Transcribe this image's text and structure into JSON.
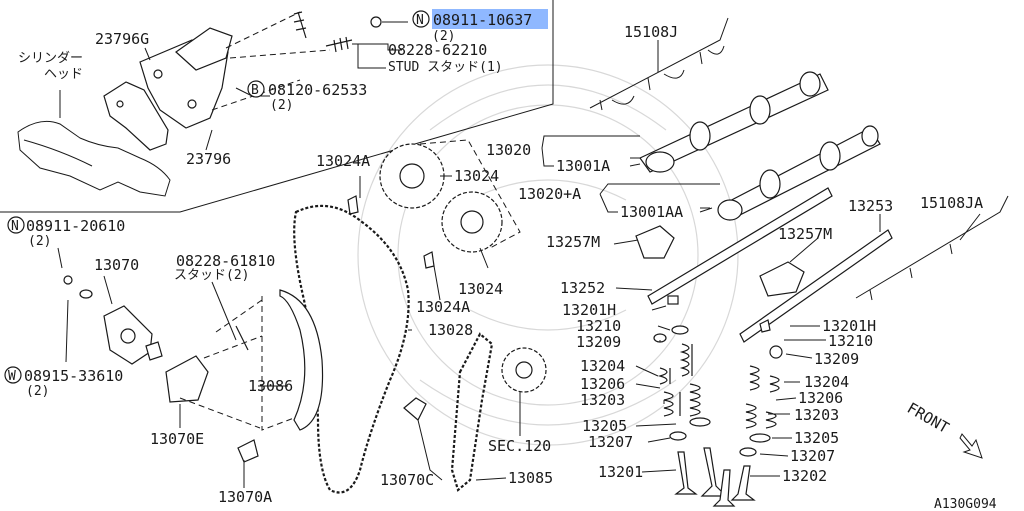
{
  "diagram": {
    "figure_code": "A130G094",
    "front_label": "FRONT",
    "highlight_color": "#8fb8ff",
    "callouts": [
      {
        "id": "p-08911-10637",
        "circle": "N",
        "part": "08911-10637",
        "qty": "(2)",
        "highlighted": true
      },
      {
        "id": "p-08228-62210",
        "part": "08228-62210"
      },
      {
        "id": "p-stud-1",
        "part": "STUD スタッド(1)"
      },
      {
        "id": "p-23796g",
        "part": "23796G"
      },
      {
        "id": "p-cyl-head",
        "part": "シリンダー\nヘッド"
      },
      {
        "id": "p-08120-62533",
        "circle": "B",
        "part": "08120-62533",
        "qty": "(2)"
      },
      {
        "id": "p-23796",
        "part": "23796"
      },
      {
        "id": "p-15108j",
        "part": "15108J"
      },
      {
        "id": "p-13020",
        "part": "13020"
      },
      {
        "id": "p-13001a",
        "part": "13001A"
      },
      {
        "id": "p-13020a",
        "part": "13020+A"
      },
      {
        "id": "p-13001aa",
        "part": "13001AA"
      },
      {
        "id": "p-13024a-top",
        "part": "13024A"
      },
      {
        "id": "p-13024-top",
        "part": "13024"
      },
      {
        "id": "p-13024-bottom",
        "part": "13024"
      },
      {
        "id": "p-13024a-bottom",
        "part": "13024A"
      },
      {
        "id": "p-13253",
        "part": "13253"
      },
      {
        "id": "p-15108ja",
        "part": "15108JA"
      },
      {
        "id": "p-13257m-left",
        "part": "13257M"
      },
      {
        "id": "p-13257m-right",
        "part": "13257M"
      },
      {
        "id": "p-08911-20610",
        "circle": "N",
        "part": "08911-20610",
        "qty": "(2)"
      },
      {
        "id": "p-08228-61810",
        "part": "08228-61810"
      },
      {
        "id": "p-stud-2",
        "part": "スタッド(2)"
      },
      {
        "id": "p-13070",
        "part": "13070"
      },
      {
        "id": "p-08915-33610",
        "circle": "W",
        "part": "08915-33610",
        "qty": "(2)"
      },
      {
        "id": "p-13086",
        "part": "13086"
      },
      {
        "id": "p-13070e",
        "part": "13070E"
      },
      {
        "id": "p-13070a",
        "part": "13070A"
      },
      {
        "id": "p-13028",
        "part": "13028"
      },
      {
        "id": "p-13070c",
        "part": "13070C"
      },
      {
        "id": "p-13085",
        "part": "13085"
      },
      {
        "id": "p-sec120",
        "part": "SEC.120"
      },
      {
        "id": "p-13252",
        "part": "13252"
      },
      {
        "id": "p-13201h-left",
        "part": "13201H"
      },
      {
        "id": "p-13210-left",
        "part": "13210"
      },
      {
        "id": "p-13209-left",
        "part": "13209"
      },
      {
        "id": "p-13204-left",
        "part": "13204"
      },
      {
        "id": "p-13206-left",
        "part": "13206"
      },
      {
        "id": "p-13203-left",
        "part": "13203"
      },
      {
        "id": "p-13205-left",
        "part": "13205"
      },
      {
        "id": "p-13207-left",
        "part": "13207"
      },
      {
        "id": "p-13201",
        "part": "13201"
      },
      {
        "id": "p-13201h-right",
        "part": "13201H"
      },
      {
        "id": "p-13210-right",
        "part": "13210"
      },
      {
        "id": "p-13209-right",
        "part": "13209"
      },
      {
        "id": "p-13204-right",
        "part": "13204"
      },
      {
        "id": "p-13206-right",
        "part": "13206"
      },
      {
        "id": "p-13203-right",
        "part": "13203"
      },
      {
        "id": "p-13205-right",
        "part": "13205"
      },
      {
        "id": "p-13207-right",
        "part": "13207"
      },
      {
        "id": "p-13202",
        "part": "13202"
      }
    ]
  }
}
